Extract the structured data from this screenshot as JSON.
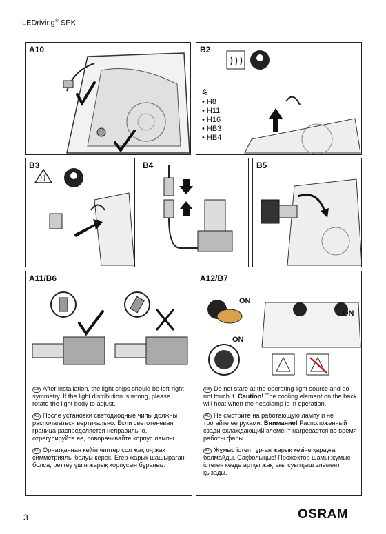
{
  "header": {
    "product": "LEDriving",
    "reg": "®",
    "suffix": " SPK"
  },
  "panels": {
    "a10": {
      "label": "A10"
    },
    "b2": {
      "label": "B2",
      "bulbs": [
        "H8",
        "H11",
        "H16",
        "HB3",
        "HB4"
      ]
    },
    "b3": {
      "label": "B3"
    },
    "b4": {
      "label": "B4"
    },
    "b5": {
      "label": "B5"
    },
    "a11": {
      "label": "A11/B6"
    },
    "a12": {
      "label": "A12/B7",
      "on_label": "ON"
    }
  },
  "texts": {
    "left_en": "After installation, the light chips should be left-right symmetry. If the light distribution is wrong, please rotate the light body to adjust.",
    "left_ru": "После установки светодиодные чипы должны располагаться вертикально. Если светотеневая граница распределяется неправильно, отрегулируйте ее, поворачивайте корпус лампы.",
    "left_kz": "Орнатқаннан кейін чиптер сол жақ оң жақ симметриялы болуы керек. Егер жарық шашыраған болса, реттеу үшін жарық корпусын бұраңыз.",
    "right_en_1": "Do not stare at the operating light source and do not touch it. ",
    "right_en_caution": "Caution!",
    "right_en_2": " The cooling element on the back will heat when the headlamp is in operation.",
    "right_ru_1": "Не смотрите на работающую лампу и не трогайте ее руками. ",
    "right_ru_caution": "Внимание!",
    "right_ru_2": " Расположенный сзади охлаждающий элемент нагревается во время работы фары.",
    "right_kz": "Жұмыс істеп тұрған жарық көзіне қарауға болмайды. Сақболыңыз! Прожектор шамы жұмыс істеген кезде артқы жақтағы суытқыш элемент қызады.",
    "flags": {
      "en": "GB",
      "ru": "RU",
      "kz": "KZ"
    }
  },
  "footer": {
    "page": "3",
    "brand": "OSRAM"
  }
}
